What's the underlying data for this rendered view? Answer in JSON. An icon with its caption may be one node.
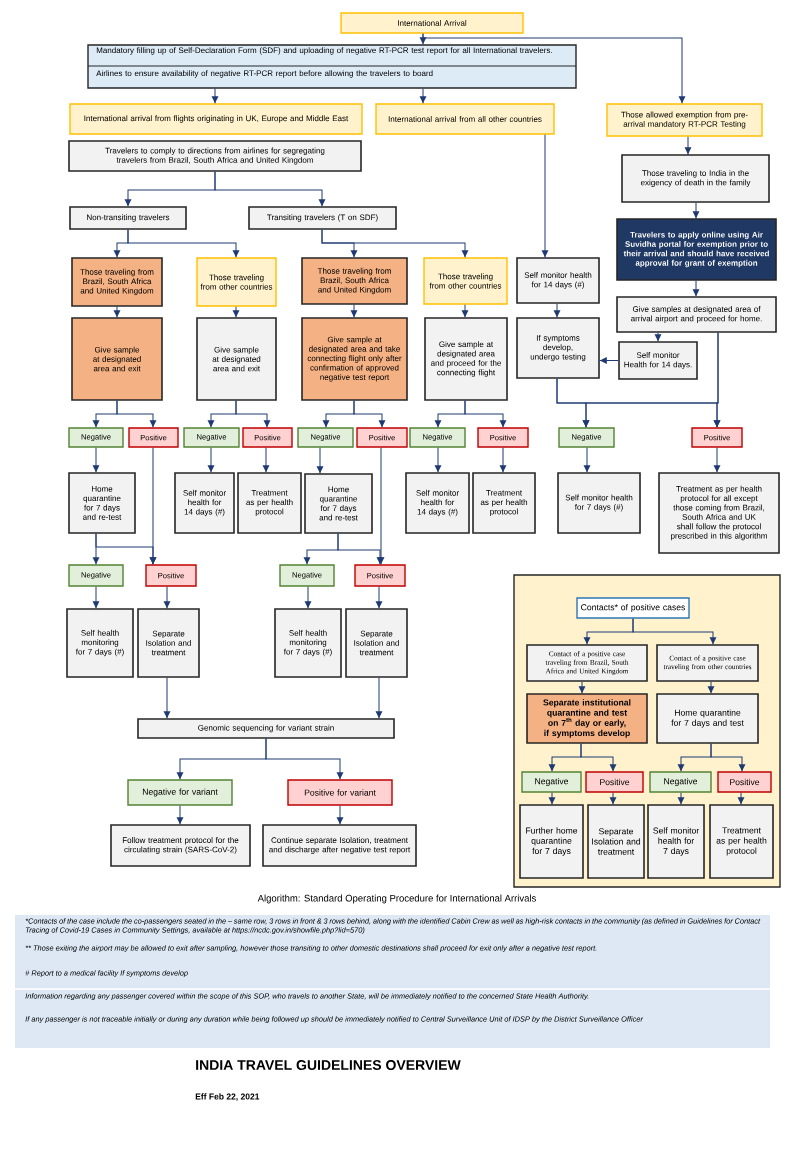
{
  "diagram": {
    "title": "INDIA TRAVEL GUIDELINES OVERVIEW",
    "caption": "Algorithm: Standard Operating Procedure for International Arrivals",
    "nodes": [
      {
        "text": [
          "International Arrival"
        ]
      },
      {
        "text": [
          "Mandatory filling up of Self-Declaration Form (SDF) and uploading of negative RT-PCR test report for all International travelers.",
          "Airlines to ensure availability of negative RT-PCR report before allowing the travelers to board"
        ]
      },
      {
        "text": [
          "International arrival from flights originating in UK, Europe and Middle East"
        ]
      },
      {
        "text": [
          "International arrival from all other countries"
        ]
      },
      {
        "text": [
          "Those allowed exemption from pre-arrival mandatory RT-PCR Testing"
        ]
      },
      {
        "text": [
          "Travelers to comply to directions from airlines for segregating travelers from Brazil, South Africa and United Kingdom"
        ]
      },
      {
        "text": [
          "Non-transiting travelers"
        ]
      },
      {
        "text": [
          "Transiting travelers (T on SDF)"
        ]
      },
      {
        "text": [
          "Those traveling from Brazil, South Africa and United Kingdom"
        ]
      },
      {
        "text": [
          "Those traveling from other countries"
        ]
      },
      {
        "text": [
          "Those traveling from Brazil, South Africa and United Kingdom"
        ]
      },
      {
        "text": [
          "Those traveling from other countries"
        ]
      },
      {
        "text": [
          "Give sample at designated area and exit"
        ]
      },
      {
        "text": [
          "Give sample at designated area and exit"
        ]
      },
      {
        "text": [
          "Give sample at designated area and take connecting flight only after confirmation of approved negative test report"
        ]
      },
      {
        "text": [
          "Give sample at designated area and proceed for the connecting flight"
        ]
      },
      {
        "text": [
          "Self monitor health for 14 days (#)"
        ]
      },
      {
        "text": [
          "If symptoms develop, undergo testing"
        ]
      },
      {
        "text": [
          "Those traveling to India in the exigency of death in the family"
        ]
      },
      {
        "text": [
          "Travelers to apply online using Air Suvidha portal for exemption prior to their arrival and should have received approval for grant of exemption"
        ]
      },
      {
        "text": [
          "Give samples at designated area of arrival airport and proceed for home."
        ]
      },
      {
        "text": [
          "Self monitor Health for 14 days."
        ]
      },
      {
        "text": [
          "Negative"
        ]
      },
      {
        "text": [
          "Positive"
        ]
      },
      {
        "text": [
          "Negative"
        ]
      },
      {
        "text": [
          "Positive"
        ]
      },
      {
        "text": [
          "Negative"
        ]
      },
      {
        "text": [
          "Positive"
        ]
      },
      {
        "text": [
          "Negative"
        ]
      },
      {
        "text": [
          "Positive"
        ]
      },
      {
        "text": [
          "Negative"
        ]
      },
      {
        "text": [
          "Positive"
        ]
      },
      {
        "text": [
          "Home quarantine for 7 days and re-test"
        ]
      },
      {
        "text": [
          "Self monitor health for 14 days (#)"
        ]
      },
      {
        "text": [
          "Treatment as per health protocol"
        ]
      },
      {
        "text": [
          "Home quarantine for 7 days and re-test"
        ]
      },
      {
        "text": [
          "Self monitor health for 14 days (#)"
        ]
      },
      {
        "text": [
          "Treatment as per health protocol"
        ]
      },
      {
        "text": [
          "Self monitor health for 7 days (#)"
        ]
      },
      {
        "text": [
          "Treatment as per health protocol for all except those coming from Brazil, South Africa and UK shall follow the protocol prescribed in this algorithm"
        ]
      },
      {
        "text": [
          "Negative"
        ]
      },
      {
        "text": [
          "Positive"
        ]
      },
      {
        "text": [
          "Negative"
        ]
      },
      {
        "text": [
          "Positive"
        ]
      },
      {
        "text": [
          "Self health monitoring for 7 days (#)"
        ]
      },
      {
        "text": [
          "Separate Isolation and treatment"
        ]
      },
      {
        "text": [
          "Self health monitoring for 7 days (#)"
        ]
      },
      {
        "text": [
          "Separate Isolation and treatment"
        ]
      },
      {
        "text": [
          "Genomic sequencing for variant strain"
        ]
      },
      {
        "text": [
          "Negative for variant"
        ]
      },
      {
        "text": [
          "Positive for variant"
        ]
      },
      {
        "text": [
          "Follow treatment protocol for the circulating strain (SARS-CoV-2)"
        ]
      },
      {
        "text": [
          "Continue separate Isolation, treatment and discharge after negative test report"
        ]
      },
      {
        "text": [],
        "shape": "box"
      },
      {
        "text": [
          "Contacts* of positive cases"
        ],
        "in": 53
      },
      {
        "text": [
          "Contact of a positive case traveling from Brazil, South Africa and United Kingdom"
        ],
        "in": 53
      },
      {
        "text": [
          "Contact of a positive case traveling from other countries"
        ],
        "in": 53
      },
      {
        "text": [
          "Separate institutional quarantine and test on 7$^{th}$ day or early, if symptoms develop"
        ],
        "in": 53
      },
      {
        "text": [
          "Home quarantine for 7 days and test"
        ],
        "in": 53
      },
      {
        "text": [
          "Negative"
        ],
        "in": 53
      },
      {
        "text": [
          "Positive"
        ],
        "in": 53
      },
      {
        "text": [
          "Negative"
        ],
        "in": 53
      },
      {
        "text": [
          "Positive"
        ],
        "in": 53
      },
      {
        "text": [
          "Further home quarantine for 7 days"
        ],
        "in": 53
      },
      {
        "text": [
          "Separate Isolation and treatment"
        ],
        "in": 53
      },
      {
        "text": [
          "Self monitor health for 7 days"
        ],
        "in": 53
      },
      {
        "text": [
          "Treatment as per health protocol"
        ],
        "in": 53
      }
    ],
    "edges": [
      {
        "from": 0,
        "to": 1,
        "arrow": "to"
      },
      {
        "from": 0,
        "to": 4,
        "arrow": "to"
      },
      {
        "from": 1,
        "to": 2,
        "arrow": "to"
      },
      {
        "from": 1,
        "to": 3,
        "arrow": "to"
      },
      {
        "from": 5,
        "to": 6,
        "arrow": "to"
      },
      {
        "from": 5,
        "to": 7,
        "arrow": "to"
      },
      {
        "from": 3,
        "to": 16,
        "arrow": "to"
      },
      {
        "from": 4,
        "to": 18,
        "arrow": "to"
      },
      {
        "from": 18,
        "to": 19,
        "arrow": "to"
      },
      {
        "from": 19,
        "to": 20,
        "arrow": "to"
      },
      {
        "from": 20,
        "to": 21,
        "arrow": "to"
      },
      {
        "from": 21,
        "to": 17,
        "arrow": "to"
      },
      {
        "from": 16,
        "to": 17,
        "arrow": "to"
      },
      {
        "from": 6,
        "to": 8,
        "arrow": "to"
      },
      {
        "from": 6,
        "to": 9,
        "arrow": "to"
      },
      {
        "from": 7,
        "to": 10,
        "arrow": "to"
      },
      {
        "from": 7,
        "to": 11,
        "arrow": "to"
      },
      {
        "from": 8,
        "to": 12,
        "arrow": "to"
      },
      {
        "from": 9,
        "to": 13,
        "arrow": "to"
      },
      {
        "from": 10,
        "to": 14,
        "arrow": "to"
      },
      {
        "from": 11,
        "to": 15,
        "arrow": "to"
      },
      {
        "from": 12,
        "to": 22,
        "arrow": "to"
      },
      {
        "from": 12,
        "to": 23,
        "arrow": "to"
      },
      {
        "from": 13,
        "to": 24,
        "arrow": "to"
      },
      {
        "from": 13,
        "to": 25,
        "arrow": "to"
      },
      {
        "from": 14,
        "to": 26,
        "arrow": "to"
      },
      {
        "from": 14,
        "to": 27,
        "arrow": "to"
      },
      {
        "from": 15,
        "to": 28,
        "arrow": "to"
      },
      {
        "from": 15,
        "to": 29,
        "arrow": "to"
      },
      {
        "from": 17,
        "to": 30,
        "arrow": "to"
      },
      {
        "from": 17,
        "to": 31,
        "arrow": "to"
      },
      {
        "from": 20,
        "to": 30,
        "arrow": "to"
      },
      {
        "from": 20,
        "to": 31,
        "arrow": "to"
      },
      {
        "from": 22,
        "to": 32,
        "arrow": "to"
      },
      {
        "from": 24,
        "to": 33,
        "arrow": "to"
      },
      {
        "from": 25,
        "to": 34,
        "arrow": "to"
      },
      {
        "from": 26,
        "to": 35,
        "arrow": "to"
      },
      {
        "from": 28,
        "to": 36,
        "arrow": "to"
      },
      {
        "from": 29,
        "to": 37,
        "arrow": "to"
      },
      {
        "from": 30,
        "to": 38,
        "arrow": "to"
      },
      {
        "from": 31,
        "to": 39,
        "arrow": "to"
      },
      {
        "from": 32,
        "to": 40,
        "arrow": "to"
      },
      {
        "from": 32,
        "to": 41,
        "arrow": "to"
      },
      {
        "from": 23,
        "to": 41,
        "arrow": "to"
      },
      {
        "from": 35,
        "to": 42,
        "arrow": "to"
      },
      {
        "from": 35,
        "to": 43,
        "arrow": "to"
      },
      {
        "from": 27,
        "to": 43,
        "arrow": "to"
      },
      {
        "from": 40,
        "to": 44,
        "arrow": "to"
      },
      {
        "from": 41,
        "to": 45,
        "arrow": "to"
      },
      {
        "from": 42,
        "to": 46,
        "arrow": "to"
      },
      {
        "from": 43,
        "to": 47,
        "arrow": "to"
      },
      {
        "from": 45,
        "to": 48,
        "arrow": "to"
      },
      {
        "from": 47,
        "to": 48,
        "arrow": "to"
      },
      {
        "from": 48,
        "to": 49,
        "arrow": "to"
      },
      {
        "from": 48,
        "to": 50,
        "arrow": "to"
      },
      {
        "from": 49,
        "to": 51,
        "arrow": "to"
      },
      {
        "from": 50,
        "to": 52,
        "arrow": "to"
      },
      {
        "from": 54,
        "to": 55,
        "arrow": "to"
      },
      {
        "from": 54,
        "to": 56,
        "arrow": "to"
      },
      {
        "from": 55,
        "to": 57,
        "arrow": "to"
      },
      {
        "from": 56,
        "to": 58,
        "arrow": "to"
      },
      {
        "from": 57,
        "to": 59,
        "arrow": "to"
      },
      {
        "from": 57,
        "to": 60,
        "arrow": "to"
      },
      {
        "from": 58,
        "to": 61,
        "arrow": "to"
      },
      {
        "from": 58,
        "to": 62,
        "arrow": "to"
      },
      {
        "from": 59,
        "to": 63,
        "arrow": "to"
      },
      {
        "from": 60,
        "to": 64,
        "arrow": "to"
      },
      {
        "from": 61,
        "to": 65,
        "arrow": "to"
      },
      {
        "from": 62,
        "to": 66,
        "arrow": "to"
      }
    ],
    "labels": [
      "*Contacts of the case include the co-passengers seated in the – same row, 3 rows in front & 3 rows behind, along with the identified Cabin Crew as well as high-risk contacts in the community (as defined in Guidelines for Contact Tracing of Covid-19 Cases in Community Settings, available at https://ncdc.gov.in/showfile.php?lid=570)",
      "** Those exiting the airport may be allowed to exit after sampling, however those transiting to other domestic destinations shall proceed for exit only after a negative test report.",
      "# Report to a medical facility If symptoms develop",
      "Information regarding any passenger covered within the scope of this SOP, who travels to another State, will be immediately notified to the concerned State Health Authority.",
      "If any passenger is not traceable initially or during any duration while being followed up should be immediately notified to Central Surveillance Unit of IDSP by the District Surveillance Officer",
      "Eff Feb 22, 2021"
    ]
  }
}
